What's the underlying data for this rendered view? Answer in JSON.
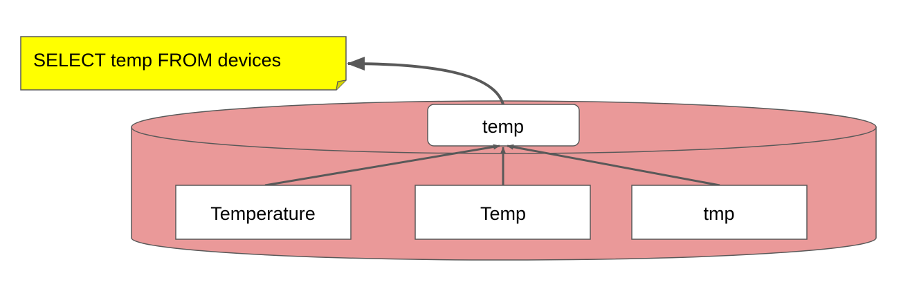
{
  "query_note": {
    "text": "SELECT temp FROM devices",
    "fill": "#ffff00"
  },
  "database": {
    "fill": "#ea9999",
    "stroke": "#595959"
  },
  "canonical_field": {
    "label": "temp"
  },
  "source_fields": [
    {
      "label": "Temperature"
    },
    {
      "label": "Temp"
    },
    {
      "label": "tmp"
    }
  ],
  "arrow_color": "#595959"
}
